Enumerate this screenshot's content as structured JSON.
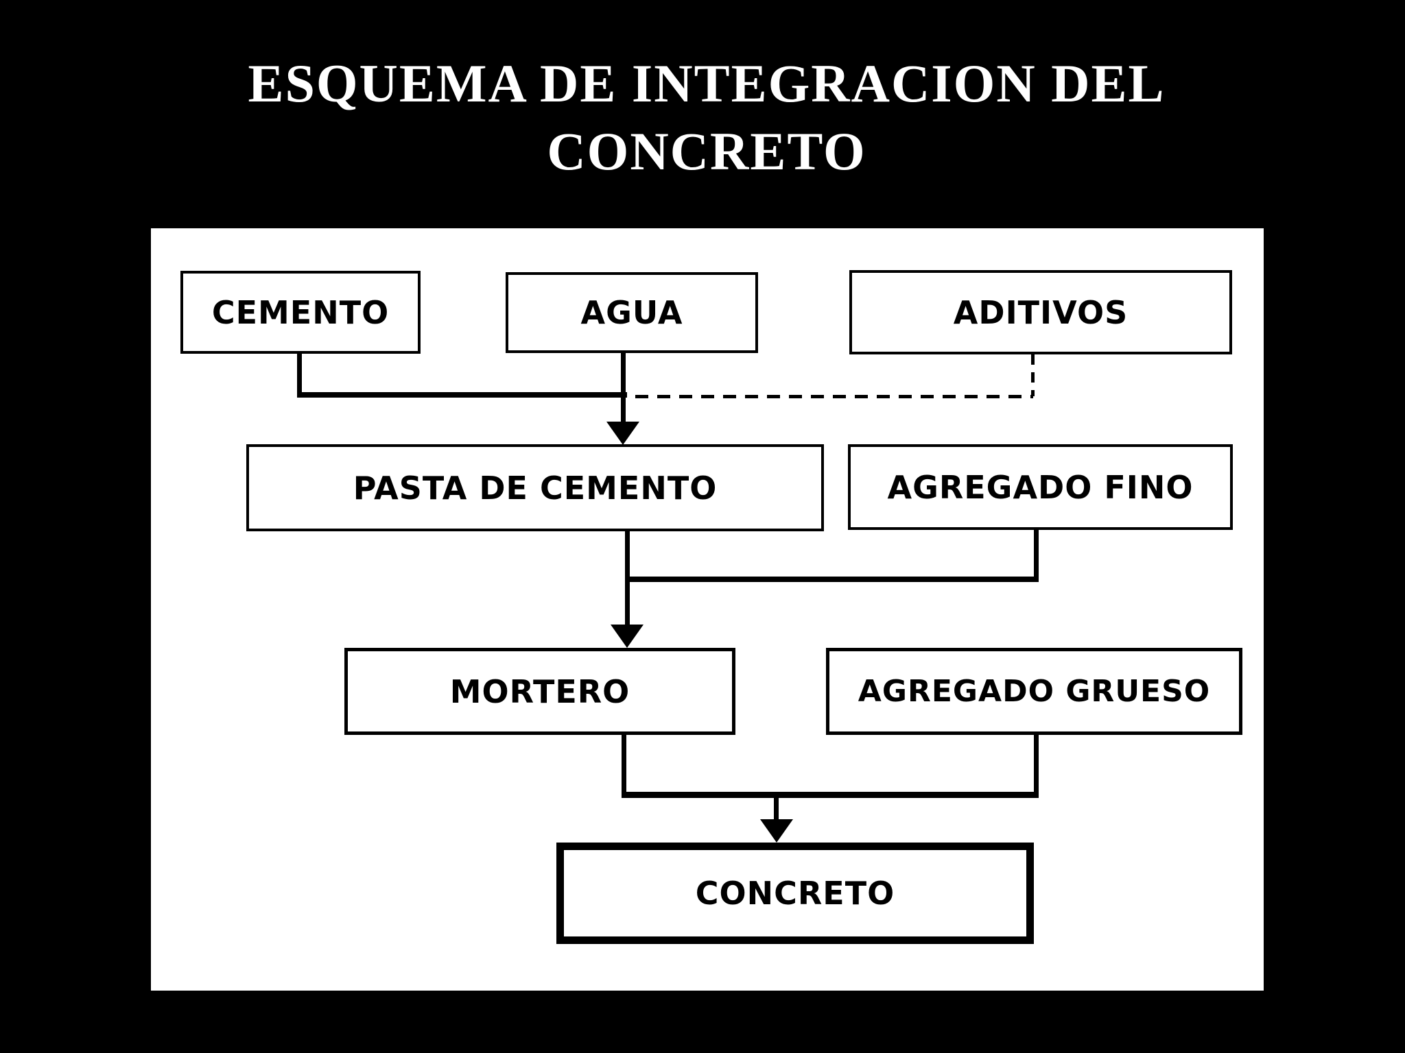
{
  "slide": {
    "title_line1": "ESQUEMA DE INTEGRACION DEL",
    "title_line2": "CONCRETO",
    "background_color": "#000000",
    "title_color": "#ffffff"
  },
  "diagram": {
    "panel_background": "#ffffff",
    "line_color": "#000000",
    "nodes": [
      {
        "id": "cemento",
        "label": "CEMENTO"
      },
      {
        "id": "agua",
        "label": "AGUA"
      },
      {
        "id": "aditivos",
        "label": "ADITIVOS"
      },
      {
        "id": "pasta",
        "label": "PASTA DE CEMENTO"
      },
      {
        "id": "agregado_fino",
        "label": "AGREGADO FINO"
      },
      {
        "id": "mortero",
        "label": "MORTERO"
      },
      {
        "id": "agregado_grueso",
        "label": "AGREGADO GRUESO"
      },
      {
        "id": "concreto",
        "label": "CONCRETO"
      }
    ],
    "edges": [
      {
        "from": "cemento",
        "to": "pasta",
        "style": "solid"
      },
      {
        "from": "agua",
        "to": "pasta",
        "style": "solid-arrow"
      },
      {
        "from": "aditivos",
        "to": "pasta",
        "style": "dashed"
      },
      {
        "from": "pasta",
        "to": "mortero",
        "style": "solid-arrow"
      },
      {
        "from": "agregado_fino",
        "to": "mortero",
        "style": "solid"
      },
      {
        "from": "mortero",
        "to": "concreto",
        "style": "solid-arrow"
      },
      {
        "from": "agregado_grueso",
        "to": "concreto",
        "style": "solid"
      }
    ]
  }
}
